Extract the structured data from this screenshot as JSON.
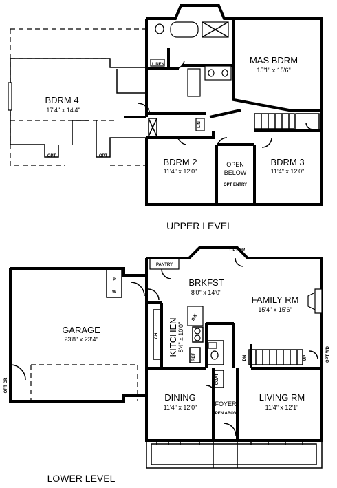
{
  "upper": {
    "title": "UPPER LEVEL",
    "rooms": {
      "bdrm4": {
        "name": "BDRM 4",
        "dim": "17'4\" x 14'4\""
      },
      "mas": {
        "name": "MAS BDRM",
        "dim": "15'1\" x 15'6\""
      },
      "bdrm2": {
        "name": "BDRM 2",
        "dim": "11'4\" x 12'0\""
      },
      "bdrm3": {
        "name": "BDRM 3",
        "dim": "11'4\" x 12'0\""
      },
      "open": {
        "name1": "OPEN",
        "name2": "BELOW"
      }
    },
    "labels": {
      "linen": "LINEN",
      "lin": "LIN",
      "opt1": "OPT",
      "opt2": "OPT",
      "opt_entry": "OPT ENTRY"
    }
  },
  "lower": {
    "title": "LOWER LEVEL",
    "rooms": {
      "garage": {
        "name": "GARAGE",
        "dim": "23'8\" x 23'4\""
      },
      "brkfst": {
        "name": "BRKFST",
        "dim": "8'0\" x 14'0\""
      },
      "family": {
        "name": "FAMILY RM",
        "dim": "15'4\" x 15'6\""
      },
      "kitchen": {
        "name": "KITCHEN",
        "dim": "8'4\" x 10'0\""
      },
      "dining": {
        "name": "DINING",
        "dim": "11'4\" x 12'0\""
      },
      "foyer": {
        "name": "FOYER",
        "note": "OPEN ABOVE"
      },
      "living": {
        "name": "LIVING RM",
        "dim": "11'4\" x 12'1\""
      }
    },
    "labels": {
      "pantry": "PANTRY",
      "opt_dr_top": "OPT DR",
      "opt_dr_left": "OPT DR",
      "opt_wd": "OPT WD",
      "p": "P",
      "w": "W",
      "dw": "DW",
      "ref": "REF",
      "coat": "COAT",
      "dn": "DN",
      "up": "UP",
      "ch": "CH"
    }
  }
}
